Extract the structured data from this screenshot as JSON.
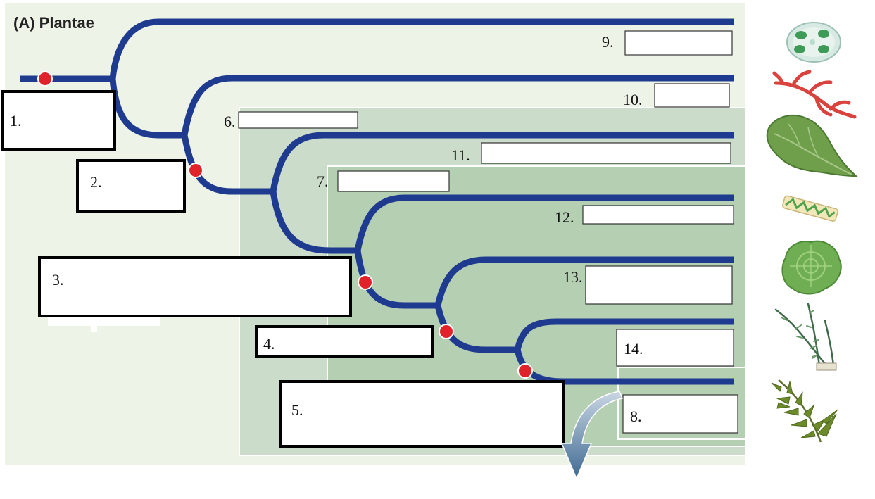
{
  "panel_title": "(A)  Plantae",
  "colors": {
    "outer_panel": "#eef3e8",
    "middle_panel": "#ccdccb",
    "inner_panel": "#b5cfb3",
    "branch": "#1f3b8f",
    "node_dot": "#e0232b",
    "arrow": "#4a6f93"
  },
  "large_label_boxes": [
    {
      "num": "1."
    },
    {
      "num": "2."
    },
    {
      "num": "3."
    },
    {
      "num": "4."
    },
    {
      "num": "5."
    }
  ],
  "clade_labels": [
    {
      "num": "6."
    },
    {
      "num": "7."
    },
    {
      "num": "8."
    }
  ],
  "taxon_labels": [
    {
      "num": "9."
    },
    {
      "num": "10."
    },
    {
      "num": "11."
    },
    {
      "num": "12."
    },
    {
      "num": "13."
    },
    {
      "num": "14."
    }
  ],
  "organism_icons": [
    "glaucophyte-cell-icon",
    "red-alga-icon",
    "green-alga-icon",
    "filamentous-alga-icon",
    "liverwort-icon",
    "club-moss-icon",
    "fern-frond-icon"
  ]
}
